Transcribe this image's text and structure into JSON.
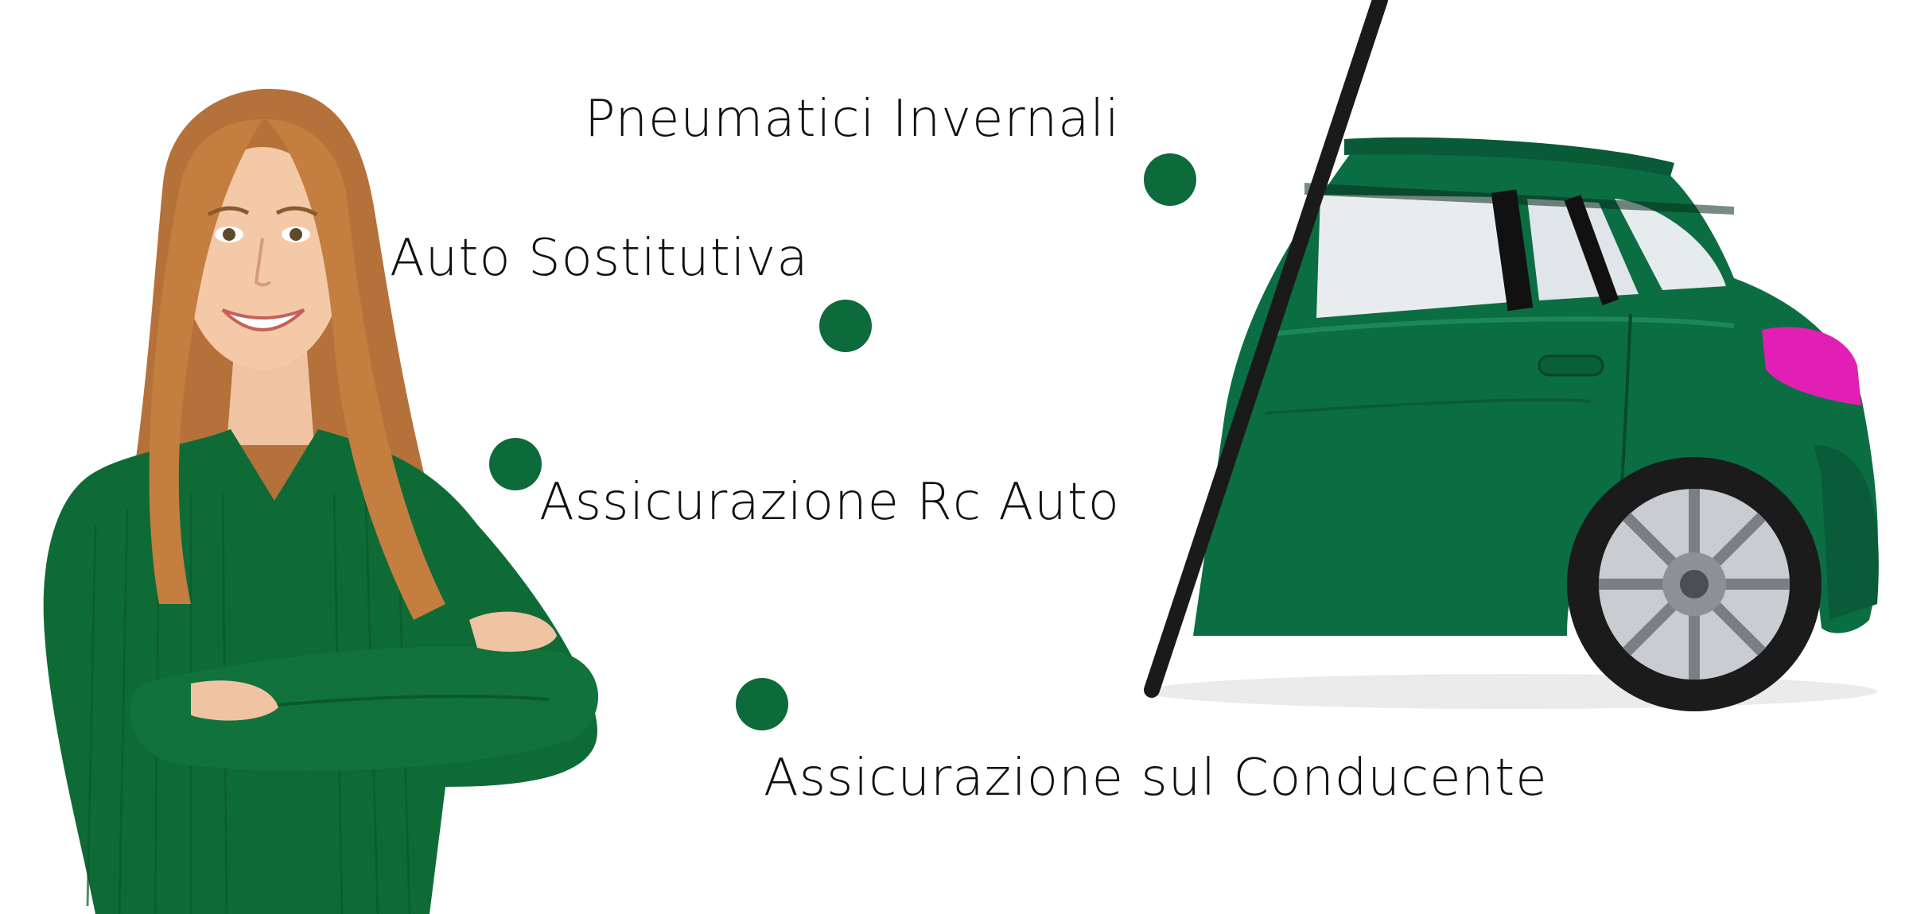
{
  "colors": {
    "accent_green": "#0d6a3a",
    "car_green": "#0b6e42",
    "text": "#111111",
    "divider": "#1a1a1a",
    "taillight": "#e11fb5",
    "background": "#ffffff"
  },
  "features": [
    {
      "label": "Pneumatici Invernali"
    },
    {
      "label": "Auto Sostitutiva"
    },
    {
      "label": "Assicurazione Rc Auto"
    },
    {
      "label": "Assicurazione sul Conducente"
    }
  ],
  "images": {
    "person": "smiling-woman-green-sweater-arms-crossed",
    "car": "green-hatchback-rear-side-view"
  }
}
